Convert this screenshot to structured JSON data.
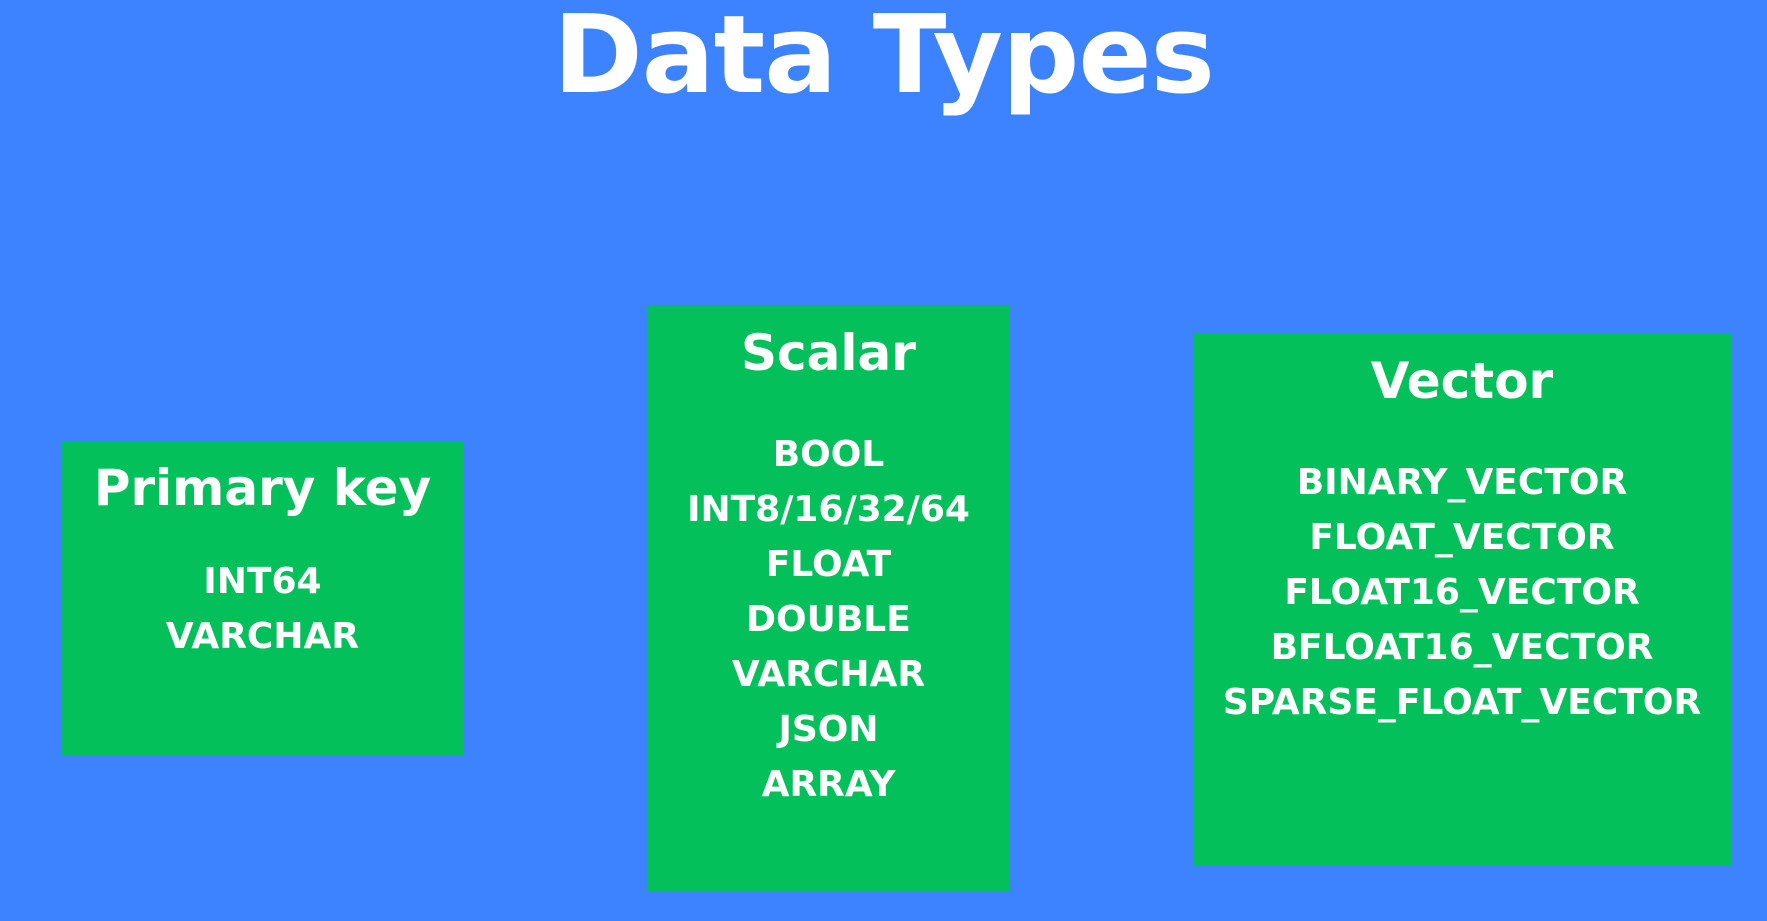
{
  "page": {
    "title": "Data Types",
    "colors": {
      "background": "#3d82fe",
      "card": "#03c05b",
      "text": "#ffffff"
    }
  },
  "cards": [
    {
      "heading": "Primary key",
      "items": [
        "INT64",
        "VARCHAR"
      ]
    },
    {
      "heading": "Scalar",
      "items": [
        "BOOL",
        "INT8/16/32/64",
        "FLOAT",
        "DOUBLE",
        "VARCHAR",
        "JSON",
        "ARRAY"
      ]
    },
    {
      "heading": "Vector",
      "items": [
        "BINARY_VECTOR",
        "FLOAT_VECTOR",
        "FLOAT16_VECTOR",
        "BFLOAT16_VECTOR",
        "SPARSE_FLOAT_VECTOR"
      ]
    }
  ]
}
